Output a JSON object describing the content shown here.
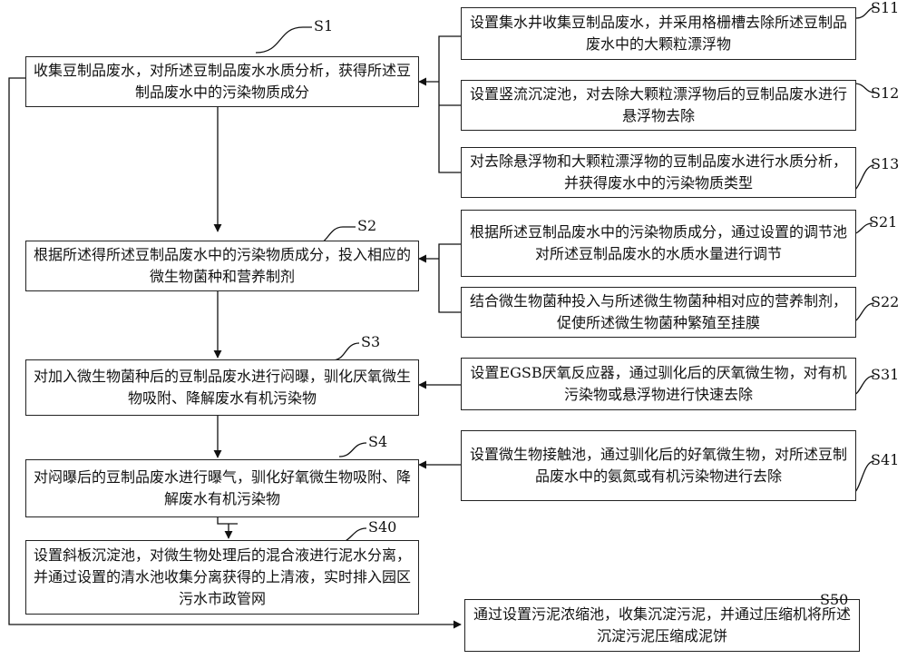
{
  "steps": {
    "s1": {
      "label": "S1",
      "text": "收集豆制品废水，对所述豆制品废水水质分析，获得所述豆制品废水中的污染物质成分"
    },
    "s11": {
      "label": "S11",
      "text": "设置集水井收集豆制品废水，并采用格栅槽去除所述豆制品废水中的大颗粒漂浮物"
    },
    "s12": {
      "label": "S12",
      "text": "设置竖流沉淀池，对去除大颗粒漂浮物后的豆制品废水进行悬浮物去除"
    },
    "s13": {
      "label": "S13",
      "text": "对去除悬浮物和大颗粒漂浮物的豆制品废水进行水质分析，并获得废水中的污染物质类型"
    },
    "s2": {
      "label": "S2",
      "text": "根据所述得所述豆制品废水中的污染物质成分，投入相应的微生物菌种和营养制剂"
    },
    "s21": {
      "label": "S21",
      "text": "根据所述豆制品废水中的污染物质成分，通过设置的调节池对所述豆制品废水的水质水量进行调节"
    },
    "s22": {
      "label": "S22",
      "text": "结合微生物菌种投入与所述微生物菌种相对应的营养制剂，促使所述微生物菌种繁殖至挂膜"
    },
    "s3": {
      "label": "S3",
      "text": "对加入微生物菌种后的豆制品废水进行闷曝，驯化厌氧微生物吸附、降解废水有机污染物"
    },
    "s31": {
      "label": "S31",
      "text": "设置EGSB厌氧反应器，通过驯化后的厌氧微生物，对有机污染物或悬浮物进行快速去除"
    },
    "s4": {
      "label": "S4",
      "text": "对闷曝后的豆制品废水进行曝气，驯化好氧微生物吸附、降解废水有机污染物"
    },
    "s41": {
      "label": "S41",
      "text": "设置微生物接触池，通过驯化后的好氧微生物，对所述豆制品废水中的氨氮或有机污染物进行去除"
    },
    "s40": {
      "label": "S40",
      "text": "设置斜板沉淀池，对微生物处理后的混合液进行泥水分离，并通过设置的清水池收集分离获得的上清液，实时排入园区污水市政管网"
    },
    "s50": {
      "label": "S50",
      "text": "通过设置污泥浓缩池，收集沉淀污泥，并通过压缩机将所述沉淀污泥压缩成泥饼"
    }
  }
}
